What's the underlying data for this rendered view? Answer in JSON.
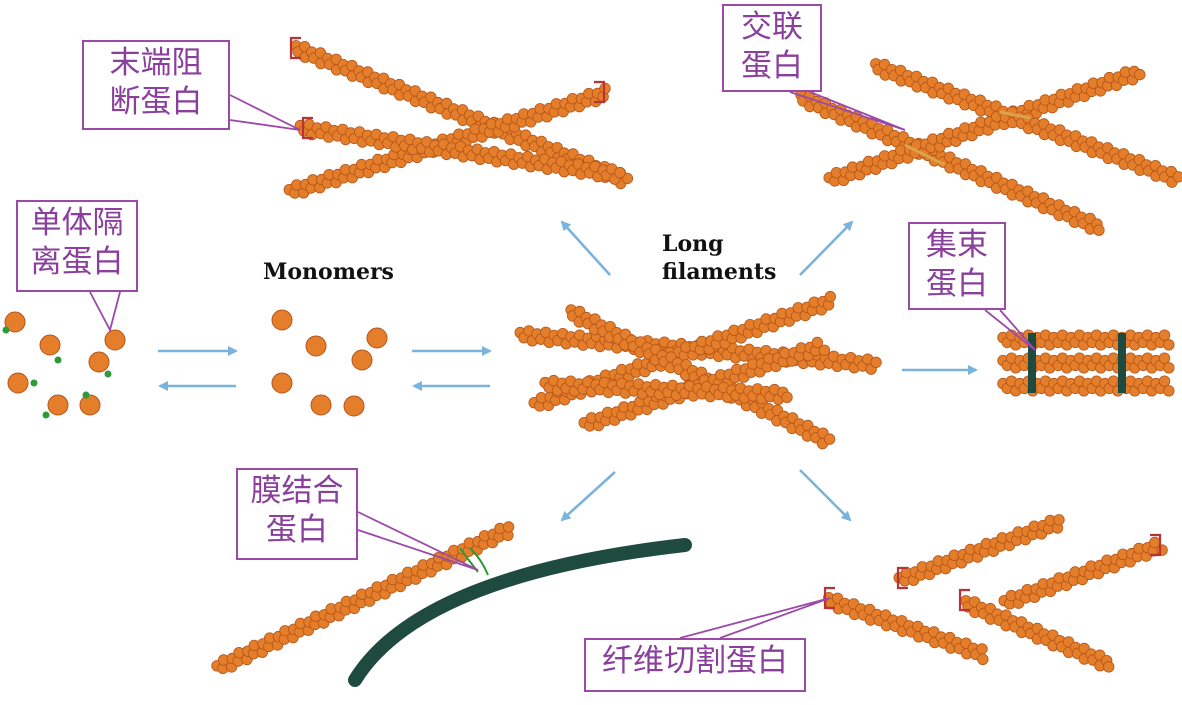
{
  "labels": {
    "monomers": "Monomers",
    "long_filaments_line1": "Long",
    "long_filaments_line2": "filaments"
  },
  "callouts": {
    "capping": [
      "末端阻",
      "断蛋白"
    ],
    "crosslinking": [
      "交联",
      "蛋白"
    ],
    "sequestering": [
      "单体隔",
      "离蛋白"
    ],
    "bundling": [
      "集束",
      "蛋白"
    ],
    "membrane_binding": [
      "膜结合",
      "蛋白"
    ],
    "severing": [
      "纤维切割蛋白"
    ]
  },
  "colors": {
    "bead": "#e57e2a",
    "bead_edge": "#b4561a",
    "arrow": "#7ab3db",
    "callout_border": "#9b4aa8",
    "callout_text": "#8a3f9c",
    "cap": "#b8323a",
    "membrane": "#1e4a40",
    "bundle_link": "#1e4a40",
    "green_protein": "#2e9a3a"
  }
}
